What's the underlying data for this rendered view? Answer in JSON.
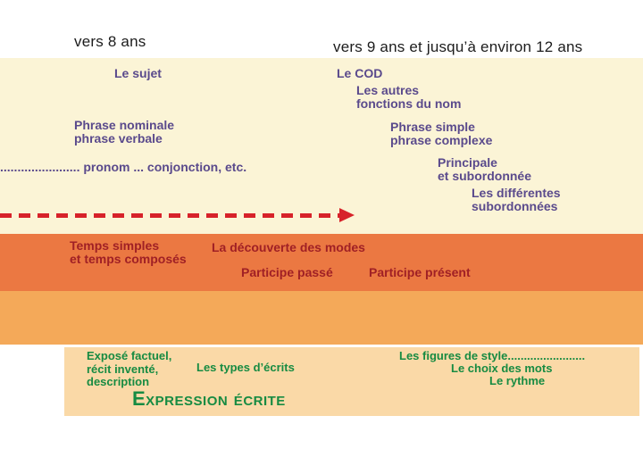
{
  "headers": {
    "left": "vers 8 ans",
    "right": "vers 9 ans et jusqu’à environ 12 ans"
  },
  "colors": {
    "grammar_band": "#FBF4D6",
    "conjugation_band": "#EB7842",
    "middle_band": "#F4A959",
    "writing_band": "#FAD9A7",
    "grammar_text": "#5A4A8C",
    "conjugation_text": "#A02025",
    "writing_text": "#178B42",
    "arrow": "#D7222A",
    "header_text": "#1C1C1C"
  },
  "grammar": {
    "items": [
      {
        "text": "Le sujet"
      },
      {
        "text": "Le COD"
      },
      {
        "text": "Les autres\nfonctions du nom"
      },
      {
        "text": "Phrase nominale\nphrase verbale"
      },
      {
        "text": "Phrase simple\nphrase complexe"
      },
      {
        "text": "....................... pronom ... conjonction, etc."
      },
      {
        "text": "Principale\net subordonnée"
      },
      {
        "text": "Les différentes\nsubordonnées"
      }
    ]
  },
  "conjugation": {
    "items": [
      {
        "text": "Temps simples\net temps composés"
      },
      {
        "text": "La découverte des modes"
      },
      {
        "text": "Participe passé"
      },
      {
        "text": "Participe présent"
      }
    ]
  },
  "writing": {
    "items": [
      {
        "text": "Exposé factuel,\nrécit inventé,\ndescription"
      },
      {
        "text": "Les types d’écrits"
      },
      {
        "text": "Les figures de style........................"
      },
      {
        "text": "Le choix des mots"
      },
      {
        "text": "Le rythme"
      }
    ],
    "title": "Expression écrite"
  }
}
